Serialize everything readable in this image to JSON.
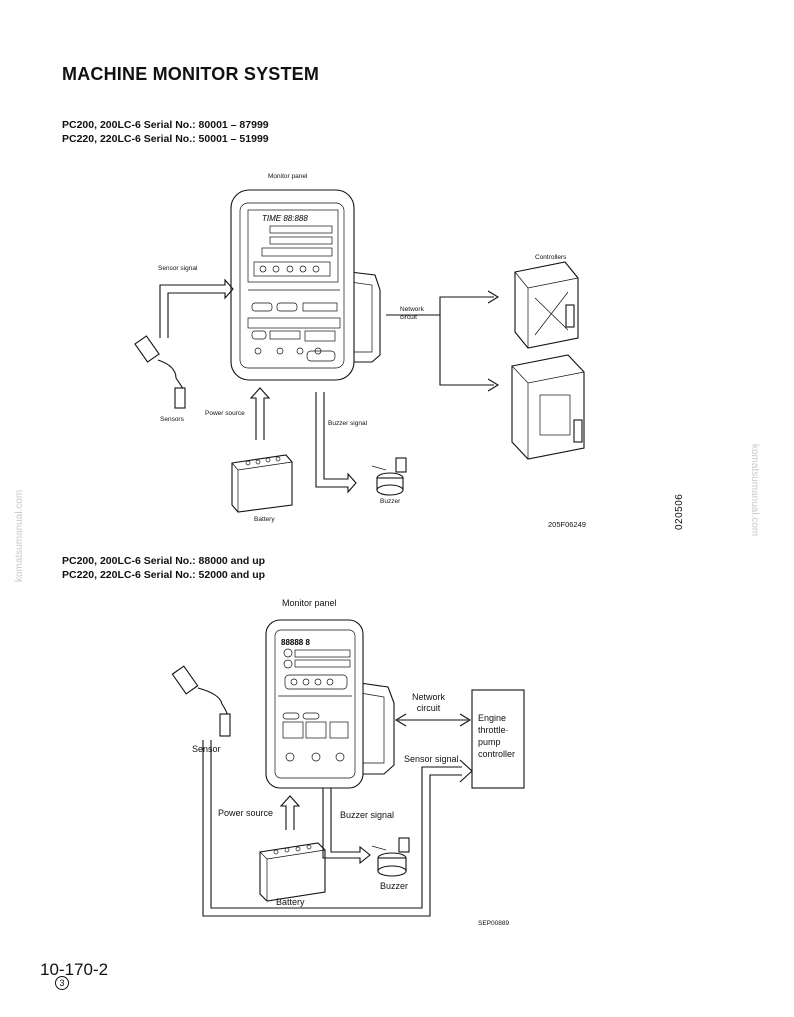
{
  "page": {
    "title": "MACHINE MONITOR SYSTEM",
    "page_number": "10-170-2",
    "revision": "3"
  },
  "diagram1": {
    "serial_line1": "PC200, 200LC-6 Serial No.: 80001 – 87999",
    "serial_line2": "PC220, 220LC-6 Serial No.: 50001 – 51999",
    "monitor_panel": "Monitor panel",
    "sensor_signal": "Sensor signal",
    "network_circuit_1": "Network",
    "network_circuit_2": "circuit",
    "controllers": "Controllers",
    "sensors": "Sensors",
    "power_source": "Power source",
    "buzzer_signal": "Buzzer signal",
    "buzzer": "Buzzer",
    "battery": "Battery",
    "figure_code": "205F06249",
    "doc_code": "020506"
  },
  "diagram2": {
    "serial_line1": "PC200, 200LC-6 Serial No.: 88000 and up",
    "serial_line2": "PC220, 220LC-6 Serial No.: 52000 and up",
    "monitor_panel": "Monitor panel",
    "network_circuit_1": "Network",
    "network_circuit_2": "circuit",
    "sensor": "Sensor",
    "sensor_signal": "Sensor signal",
    "controller_line1": "Engine",
    "controller_line2": "throttle·",
    "controller_line3": "pump",
    "controller_line4": "controller",
    "power_source": "Power source",
    "buzzer_signal": "Buzzer signal",
    "buzzer": "Buzzer",
    "battery": "Battery",
    "figure_code": "SEP00889"
  },
  "watermark": {
    "text": "komatsumanual.com"
  }
}
